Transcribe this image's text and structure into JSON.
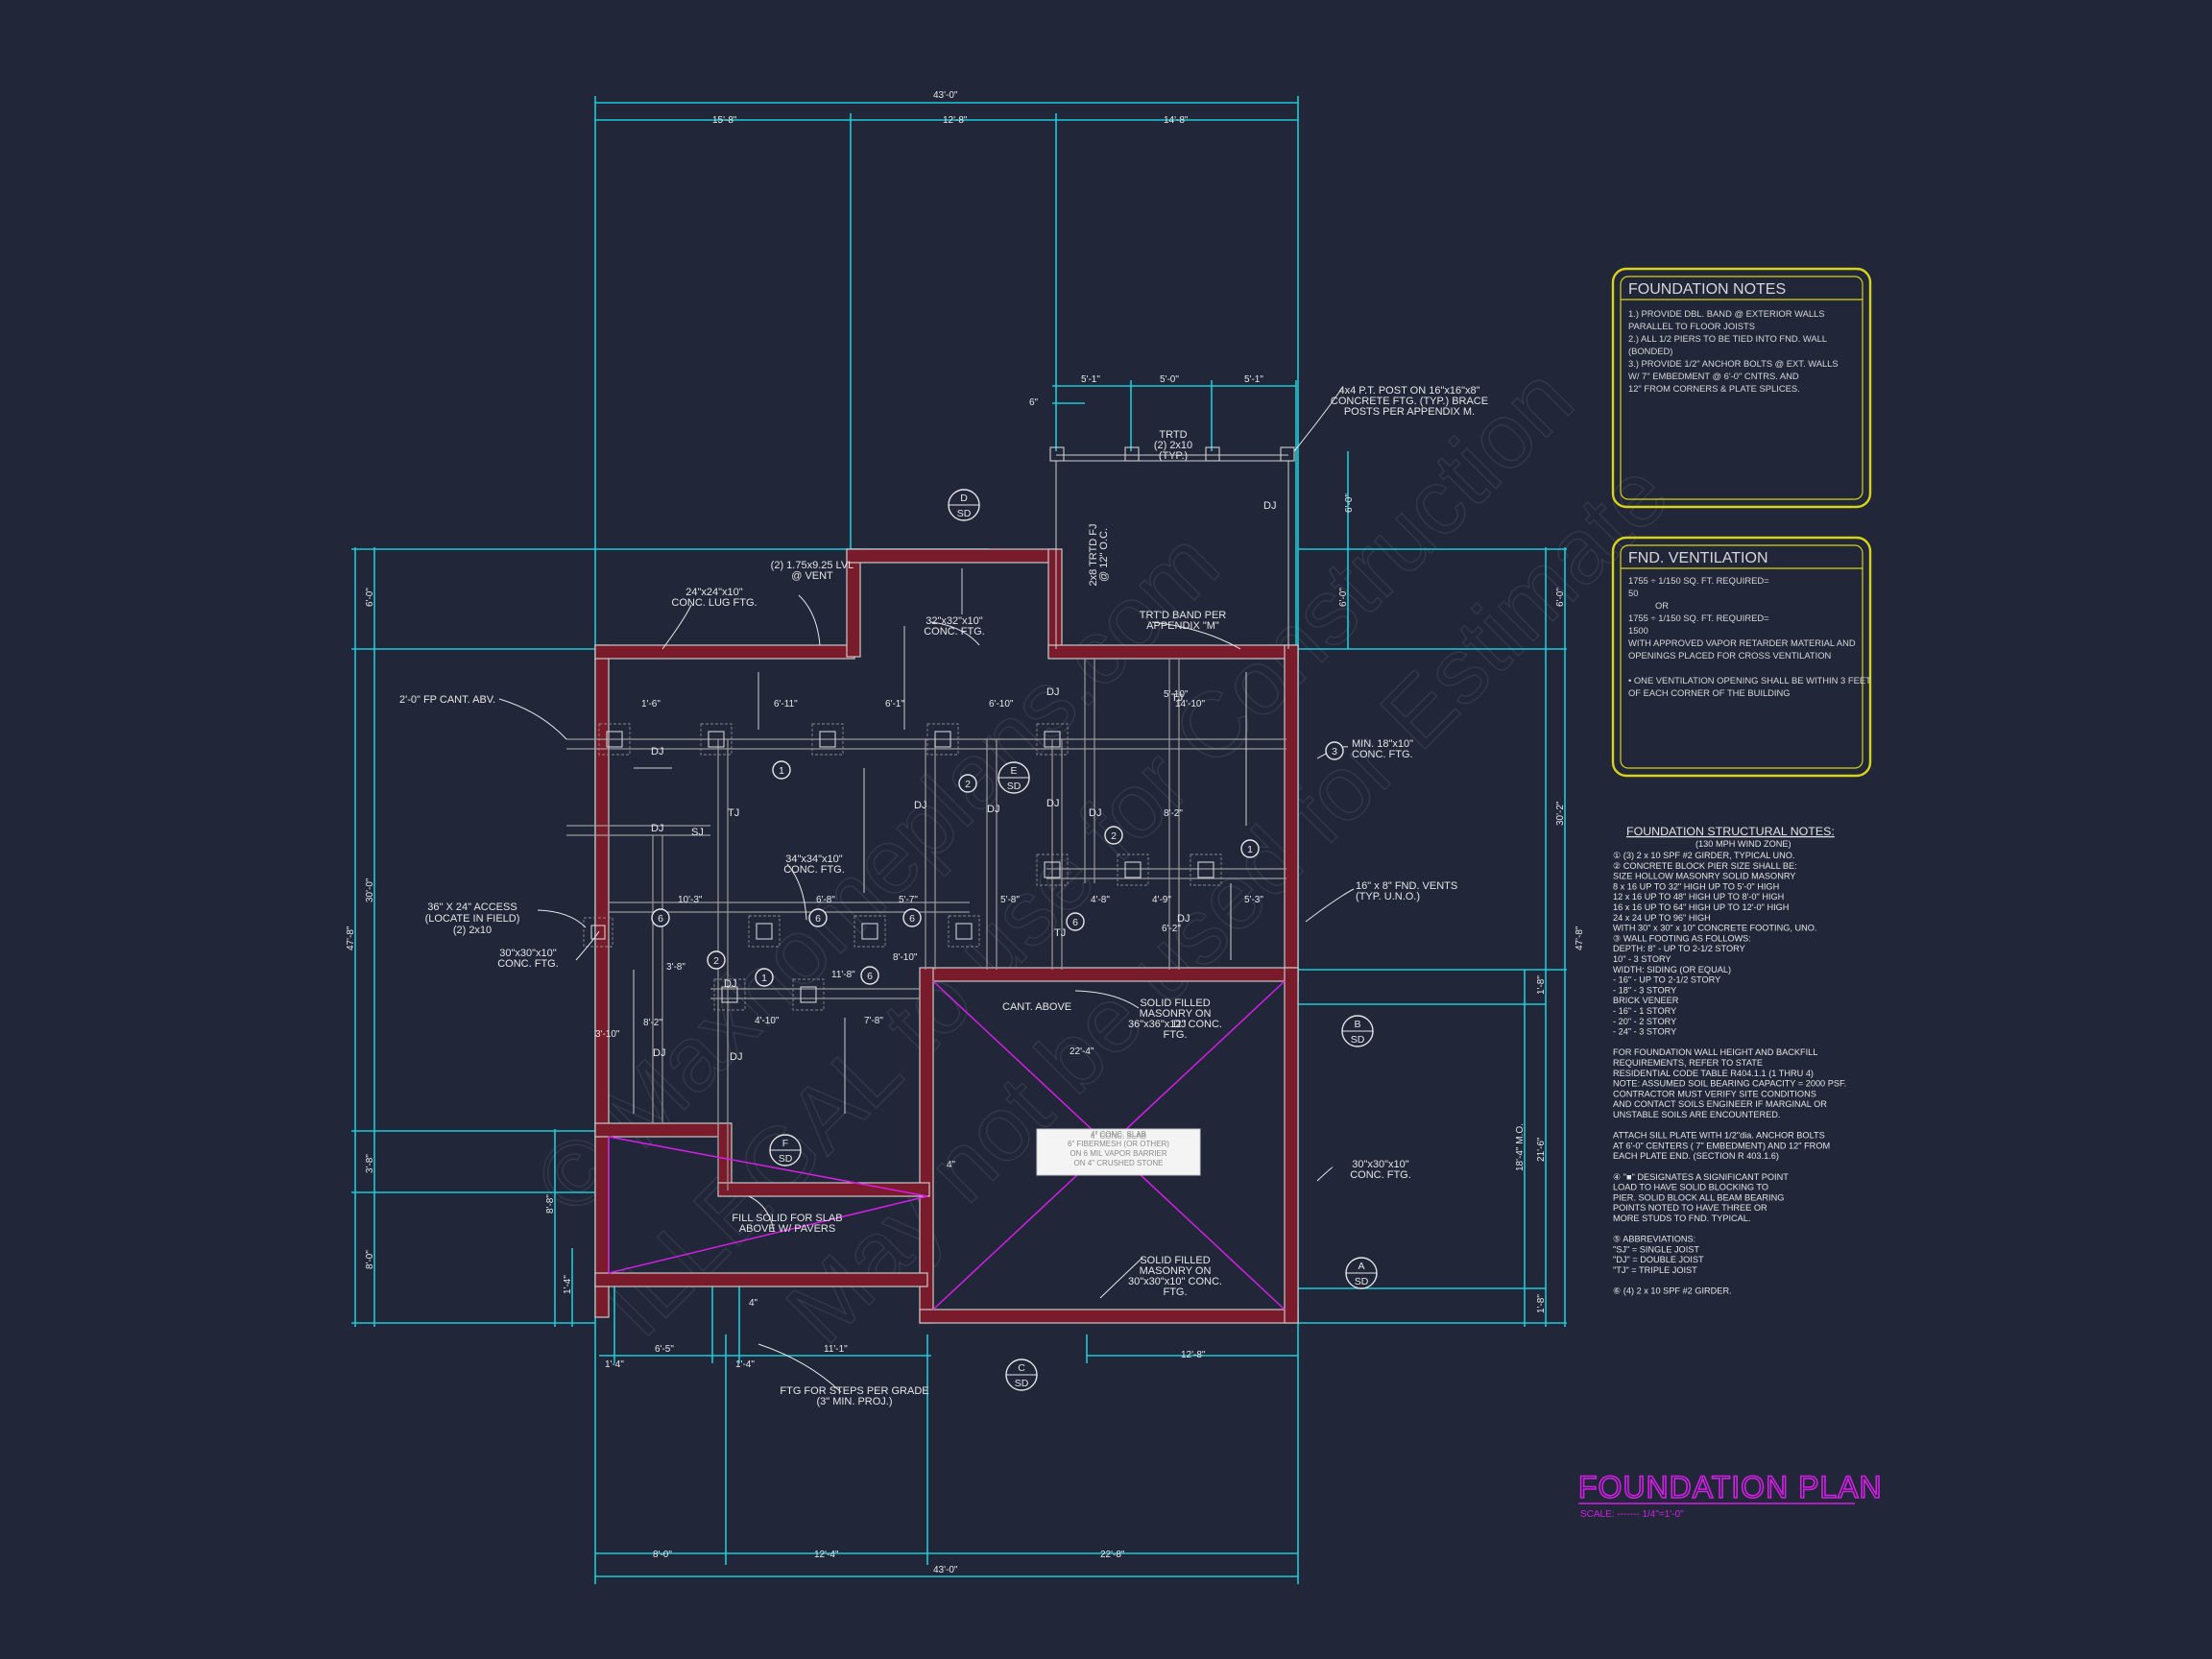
{
  "title": "FOUNDATION PLAN",
  "scale": "SCALE: ------- 1/4\"=1'-0\"",
  "watermark": [
    "© Maxhomeplans.com",
    "ILLEGAL to use for Construction",
    "May not be used for Estimate"
  ],
  "colors": {
    "background": "#212638",
    "dimension": "#1fc9d6",
    "notes_frame": "#d7d21a",
    "accent": "#d41fe6",
    "walls": "#7a1b2c"
  },
  "foundation_notes": {
    "heading": "FOUNDATION NOTES",
    "lines": [
      "1.) PROVIDE DBL. BAND @ EXTERIOR WALLS",
      "     PARALLEL TO FLOOR JOISTS",
      "2.) ALL 1/2 PIERS TO BE TIED INTO FND. WALL",
      "     (BONDED)",
      "3.) PROVIDE 1/2\" ANCHOR BOLTS @ EXT. WALLS",
      "     W/ 7\" EMBEDMENT @ 6'-0\" CNTRS. AND",
      "     12\" FROM CORNERS & PLATE SPLICES."
    ]
  },
  "fnd_ventilation": {
    "heading": "FND. VENTILATION",
    "lines": [
      "1755 ÷ 1/150 SQ. FT. REQUIRED=",
      "50",
      "OR",
      "1755 ÷ 1/150 SQ. FT. REQUIRED=",
      "1500",
      "WITH APPROVED VAPOR RETARDER MATERIAL AND",
      "OPENINGS PLACED FOR CROSS VENTILATION",
      "",
      "• ONE VENTILATION OPENING SHALL BE WITHIN 3 FEET",
      "  OF EACH CORNER OF THE BUILDING"
    ]
  },
  "structural_notes": {
    "heading": "FOUNDATION STRUCTURAL NOTES:",
    "subheading": "(130 MPH WIND ZONE)",
    "lines": [
      "① (3) 2 x 10 SPF #2 GIRDER, TYPICAL UNO.",
      "② CONCRETE BLOCK PIER SIZE SHALL BE:",
      "     SIZE       HOLLOW MASONRY     SOLID MASONRY",
      "     8 x 16       UP TO 32\" HIGH       UP TO 5'-0\" HIGH",
      "     12 x 16     UP TO 48\" HIGH       UP TO 8'-0\" HIGH",
      "     16 x 16     UP TO 64\" HIGH       UP TO 12'-0\" HIGH",
      "     24 x 24     UP TO 96\" HIGH",
      "     WITH 30\" x 30\" x 10\" CONCRETE FOOTING, UNO.",
      "③ WALL FOOTING AS FOLLOWS:",
      "     DEPTH:  8\" - UP TO 2-1/2 STORY",
      "                  10\" - 3 STORY",
      "     WIDTH:  SIDING (OR EQUAL)",
      "                  - 16\" - UP TO 2-1/2 STORY",
      "                  - 18\" - 3 STORY",
      "             BRICK VENEER",
      "                  - 16\" - 1 STORY",
      "                  - 20\" - 2 STORY",
      "                  - 24\" - 3 STORY",
      "",
      "     FOR FOUNDATION WALL HEIGHT AND BACKFILL",
      "     REQUIREMENTS, REFER TO STATE",
      "     RESIDENTIAL CODE TABLE R404.1.1 (1 THRU 4)",
      "     NOTE: ASSUMED SOIL BEARING CAPACITY = 2000 PSF.",
      "     CONTRACTOR MUST VERIFY SITE CONDITIONS",
      "     AND CONTACT SOILS ENGINEER IF MARGINAL OR",
      "     UNSTABLE SOILS ARE ENCOUNTERED.",
      "",
      "     ATTACH SILL PLATE WITH 1/2\"dia. ANCHOR BOLTS",
      "     AT 6'-0\" CENTERS ( 7\" EMBEDMENT) AND 12\" FROM",
      "     EACH PLATE END. (SECTION R 403.1.6)",
      "",
      "④ \"■\" DESIGNATES A SIGNIFICANT POINT",
      "     LOAD TO HAVE SOLID BLOCKING TO",
      "     PIER. SOLID BLOCK ALL BEAM BEARING",
      "     POINTS NOTED TO HAVE THREE OR",
      "     MORE STUDS TO FND. TYPICAL.",
      "",
      "⑤ ABBREVIATIONS:",
      "     \"SJ\" = SINGLE JOIST",
      "     \"DJ\" = DOUBLE JOIST",
      "     \"TJ\" = TRIPLE JOIST",
      "",
      "⑥ (4) 2 x 10 SPF #2 GIRDER."
    ]
  },
  "dimensions": {
    "top_overall": "43'-0\"",
    "top_segments": [
      "15'-8\"",
      "12'-8\"",
      "14'-8\""
    ],
    "porch_segments": [
      "5'-1\"",
      "5'-0\"",
      "5'-1\""
    ],
    "porch_small": "6\"",
    "bottom_overall": "43'-0\"",
    "bottom_segments": [
      "8'-0\"",
      "12'-4\"",
      "22'-8\""
    ],
    "left_overall": "47'-8\"",
    "left_segments": [
      "6'-0\"",
      "30'-0\"",
      "3'-8\"",
      "8'-0\""
    ],
    "left_small": [
      "8'-8\"",
      "1'-4\""
    ],
    "right_overall": "47'-8\"",
    "right_segments": [
      "6'-0\"",
      "6'-0\"",
      "30'-2\"",
      "1'-8\"",
      "21'-6\"",
      "1'-8\""
    ],
    "right_mo": "18'-4\" M.O.",
    "porch_right": "6'-0\"",
    "steps_bottom": [
      "1'-4\"",
      "6'-5\"",
      "1'-4\"",
      "11'-1\"",
      "12'-8\""
    ],
    "interior": [
      "1'-6\"",
      "6'-11\"",
      "6'-1\"",
      "6'-10\"",
      "14'-10\"",
      "10'-3\"",
      "6'-8\"",
      "5'-7\"",
      "5'-8\"",
      "4'-8\"",
      "4'-9\"",
      "5'-3\"",
      "8'-2\"",
      "4'-10\"",
      "7'-8\"",
      "22'-4\"",
      "8'-2\"",
      "6'-2\"",
      "5'-10\"",
      "3'-8\"",
      "11'-8\"",
      "8'-10\"",
      "3'-10\"",
      "4\"",
      "4\""
    ]
  },
  "labels": {
    "lvl": "(2) 1.75x9.25 LVL\n@ VENT",
    "lug_ftg": "24\"x24\"x10\"\nCONC. LUG FTG.",
    "fp_cant": "2'-0\" FP CANT. ABV.",
    "access": "36\" X 24\" ACCESS\n(LOCATE IN FIELD)\n(2) 2x10",
    "conc_ftg_30": "30\"x30\"x10\"\nCONC. FTG.",
    "conc_ftg_32": "32\"x32\"x10\"\nCONC. FTG.",
    "conc_ftg_34": "34\"x34\"x10\"\nCONC. FTG.",
    "post": "4x4 P.T. POST ON 16\"x16\"x8\"\nCONCRETE FTG. (TYP.) BRACE\nPOSTS PER APPENDIX M.",
    "trtd": "TRTD\n(2) 2x10\n(TYP.)",
    "trtd_fj": "2x8 TRTD FJ\n@ 12\" O.C.",
    "trtd_band": "TRT'D BAND PER\nAPPENDIX \"M\"",
    "min_ftg": "MIN. 18\"x10\"\nCONC. FTG.",
    "vents": "16\" x 8\" FND. VENTS\n(TYP. U.N.O.)",
    "cant_above": "CANT. ABOVE",
    "solid_filled_1": "SOLID FILLED\nMASONRY ON\n36\"x36\"x12\" CONC.\nFTG.",
    "solid_filled_2": "SOLID FILLED\nMASONRY ON\n30\"x30\"x10\" CONC.\nFTG.",
    "conc_ftg_right": "30\"x30\"x10\"\nCONC. FTG.",
    "slab": "4\" CONC. SLAB\n6\" FIBERMESH (OR OTHER)\nON 6 MIL VAPOR BARRIER\nON 4\" CRUSHED STONE",
    "fill_solid": "FILL SOLID FOR SLAB\nABOVE W/ PAVERS",
    "ftg_steps": "FTG FOR STEPS PER GRADE\n(3\" MIN. PROJ.)",
    "joist_tags": [
      "DJ",
      "DJ",
      "DJ",
      "DJ",
      "DJ",
      "DJ",
      "DJ",
      "DJ",
      "DJ",
      "DJ",
      "DJ",
      "SJ",
      "TJ",
      "TJ",
      "TJ",
      "DJ",
      "DJ"
    ]
  },
  "section_bubbles": [
    {
      "letter": "D",
      "sheet": "SD"
    },
    {
      "letter": "E",
      "sheet": "SD"
    },
    {
      "letter": "F",
      "sheet": "SD"
    },
    {
      "letter": "B",
      "sheet": "SD"
    },
    {
      "letter": "A",
      "sheet": "SD"
    },
    {
      "letter": "C",
      "sheet": "SD"
    }
  ],
  "tag_numbers": [
    "1",
    "2",
    "3",
    "1",
    "2",
    "6",
    "6",
    "6",
    "6",
    "1",
    "2",
    "6"
  ]
}
